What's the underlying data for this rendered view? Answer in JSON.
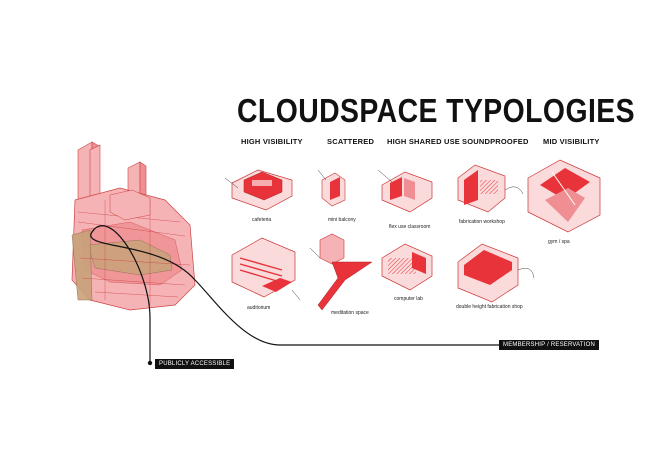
{
  "title": "CLOUDSPACE TYPOLOGIES",
  "columns": [
    "HIGH VISIBILITY",
    "SCATTERED",
    "HIGH SHARED USE",
    "SOUNDPROOFED",
    "MID VISIBILITY"
  ],
  "captions": {
    "cafeteria": "cafeteria",
    "mini_balcony": "mini balcony",
    "flex_use_classroom": "flex use classroom",
    "fabrication_workshop": "fabrication workshop",
    "gym_spa": "gym / spa",
    "auditorium": "auditorium",
    "meditation_space": "meditation space",
    "computer_lab": "computer lab",
    "double_height_fabrication_shop": "double height fabrication shop"
  },
  "access": {
    "public_label": "PUBLICLY ACCESSIBLE",
    "membership_label": "MEMBERSHIP / RESERVATION"
  },
  "colors": {
    "accent_red": "#e8333a",
    "light_pink": "#f6b3b6",
    "mid_pink": "#ef8f93",
    "tan": "#c9a27a",
    "ink": "#111111"
  }
}
